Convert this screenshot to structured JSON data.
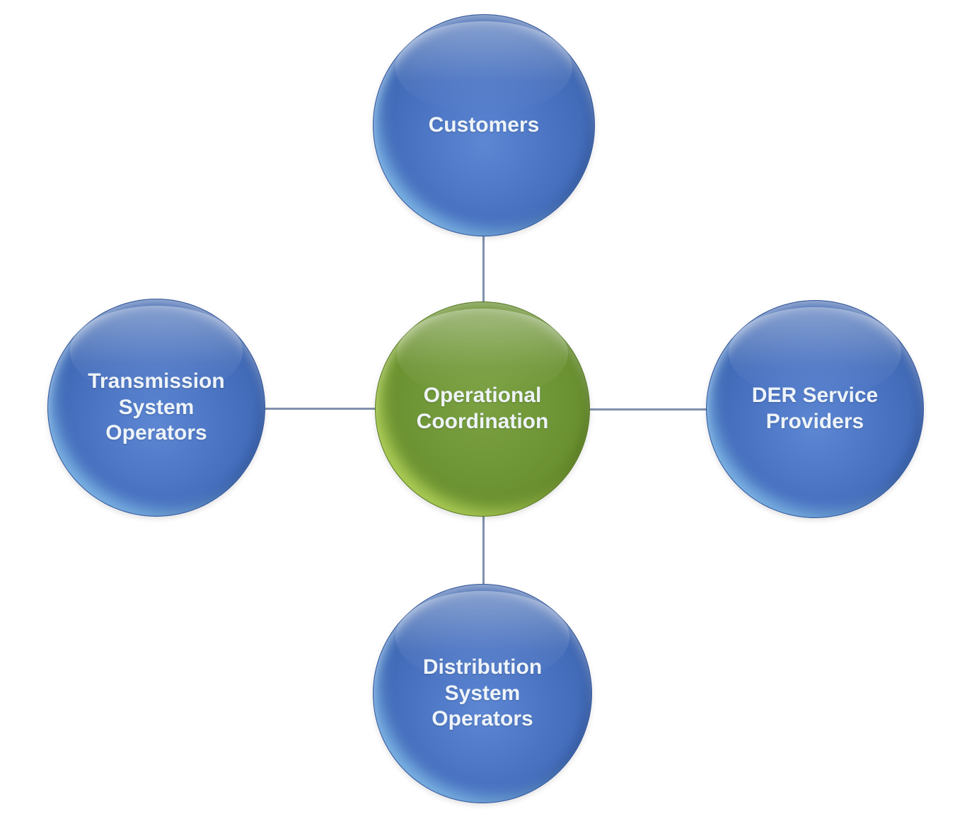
{
  "diagram": {
    "type": "radial-cycle",
    "background_color": "#ffffff",
    "connector_color": "#8191ad",
    "center": {
      "label": "Operational Coordination",
      "fill_color": "#6f9636",
      "text_color": "#eef4f9"
    },
    "nodes": [
      {
        "id": "customers",
        "label": "Customers",
        "position": "top",
        "fill_color": "#4a73c2",
        "text_color": "#eef4f9"
      },
      {
        "id": "der-service-providers",
        "label": "DER Service Providers",
        "position": "right",
        "fill_color": "#4a73c2",
        "text_color": "#eef4f9"
      },
      {
        "id": "distribution-system-operators",
        "label": "Distribution System Operators",
        "position": "bottom",
        "fill_color": "#4a73c2",
        "text_color": "#eef4f9"
      },
      {
        "id": "transmission-system-operators",
        "label": "Transmission System Operators",
        "position": "left",
        "fill_color": "#4a73c2",
        "text_color": "#eef4f9"
      }
    ]
  }
}
